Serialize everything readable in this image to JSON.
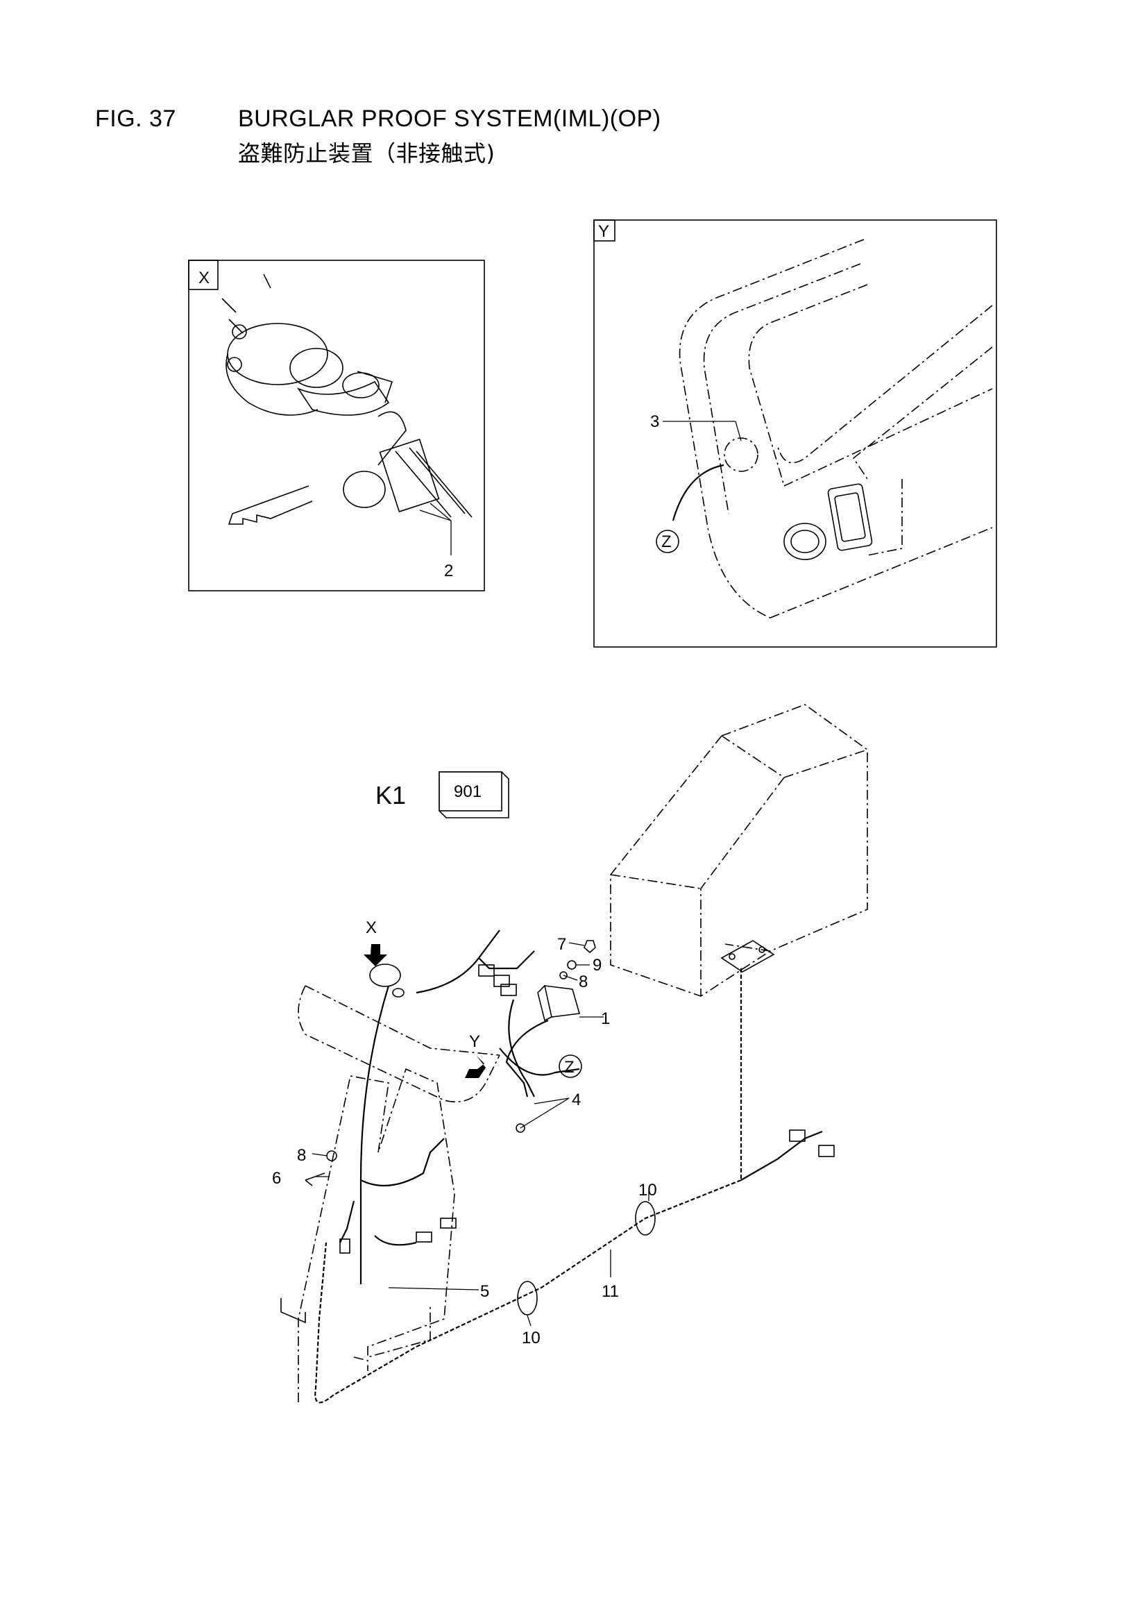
{
  "header": {
    "fig_label": "FIG. 37",
    "title": "BURGLAR PROOF SYSTEM(IML)(OP)",
    "subtitle": "盗難防止装置（非接触式)"
  },
  "detail_x": {
    "frame_label": "X",
    "callouts": [
      "2"
    ]
  },
  "detail_y": {
    "frame_label": "Y",
    "callouts": [
      "3",
      "Z"
    ]
  },
  "kit": {
    "label": "K1",
    "code": "901"
  },
  "main_view": {
    "view_markers": [
      "X",
      "Y",
      "Z"
    ],
    "callouts": {
      "c1": "1",
      "c4": "4",
      "c5": "5",
      "c6": "6",
      "c7": "7",
      "c8a": "8",
      "c8b": "8",
      "c9": "9",
      "c10a": "10",
      "c10b": "10",
      "c11": "11"
    }
  }
}
